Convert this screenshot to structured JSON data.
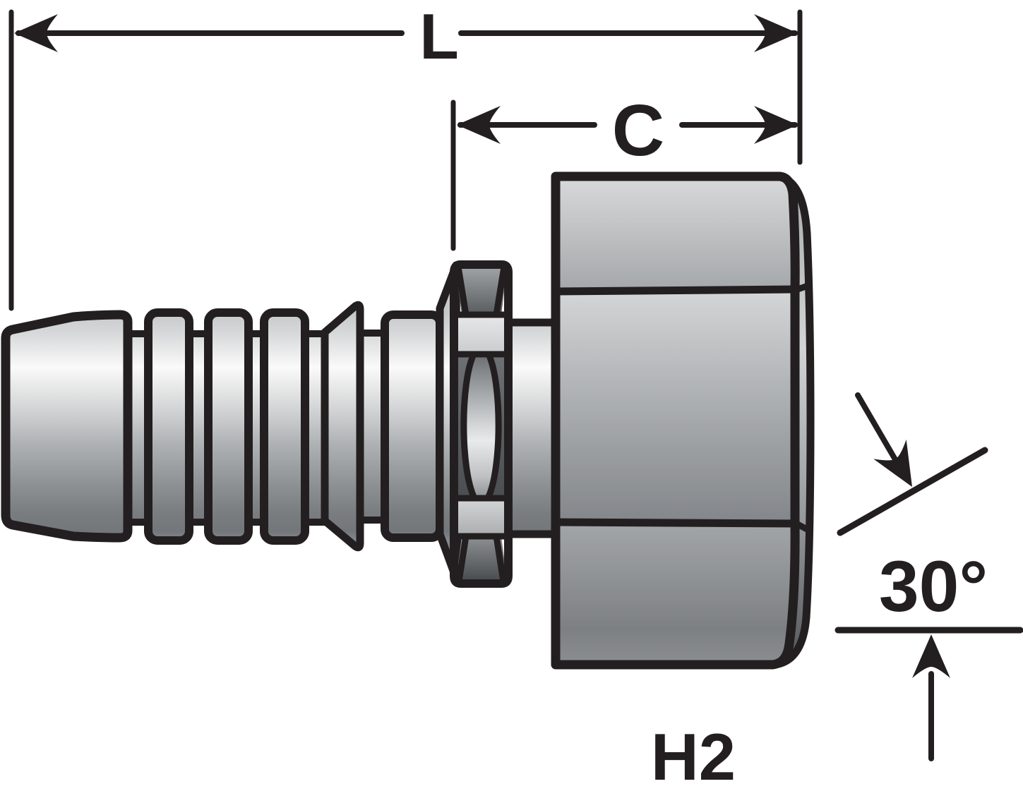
{
  "figure": {
    "title": "Hose coupling side-view technical drawing",
    "labels": {
      "overall_length": "L",
      "cutoff_length": "C",
      "seat_angle": "30°",
      "hex_size": "H2"
    },
    "colors": {
      "line": "#231f20",
      "background": "#ffffff",
      "metal_highlight": "#fafafa",
      "metal_light": "#d8d9da",
      "metal_mid": "#aeb1b3",
      "metal_dark": "#4b4e51"
    }
  }
}
